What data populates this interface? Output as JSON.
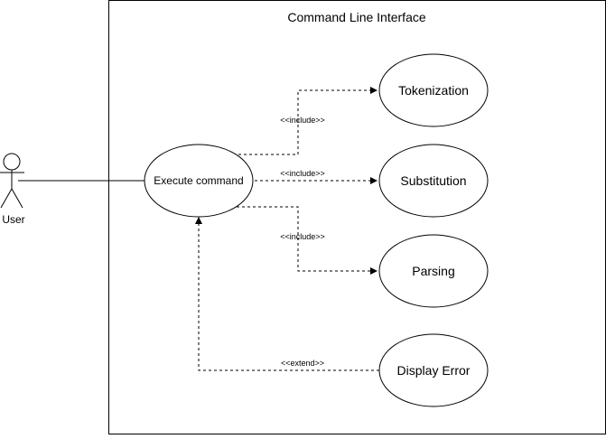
{
  "diagram": {
    "system_boundary": {
      "title": "Command Line Interface"
    },
    "actor": {
      "label": "User"
    },
    "use_cases": {
      "execute": {
        "label": "Execute command"
      },
      "tokenization": {
        "label": "Tokenization"
      },
      "substitution": {
        "label": "Substitution"
      },
      "parsing": {
        "label": "Parsing"
      },
      "display_error": {
        "label": "Display Error"
      }
    },
    "relations": {
      "include_tokenization": {
        "label": "<<include>>"
      },
      "include_substitution": {
        "label": "<<include>>"
      },
      "include_parsing": {
        "label": "<<include>>"
      },
      "extend_display_error": {
        "label": "<<extend>>"
      }
    },
    "colors": {
      "stroke": "#000000",
      "background": "#ffffff"
    }
  }
}
